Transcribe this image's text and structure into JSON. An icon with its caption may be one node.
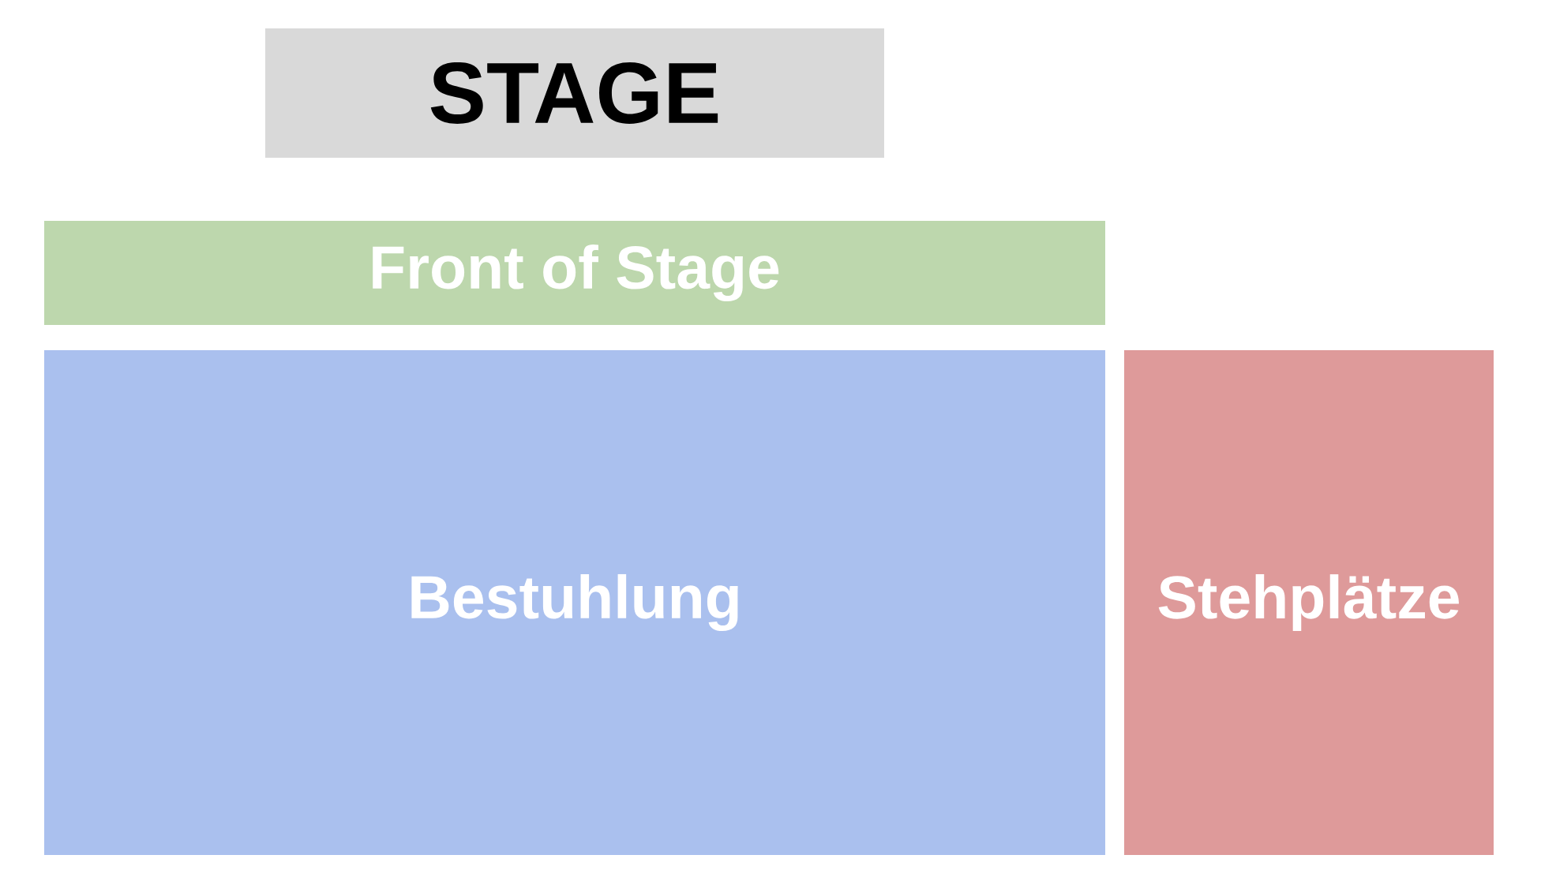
{
  "diagram": {
    "nodes": [
      {
        "text": [
          "STAGE"
        ]
      },
      {
        "text": [
          "Front of Stage"
        ]
      },
      {
        "text": [
          "Bestuhlung"
        ]
      },
      {
        "text": [
          "Stehplätze"
        ]
      }
    ]
  }
}
